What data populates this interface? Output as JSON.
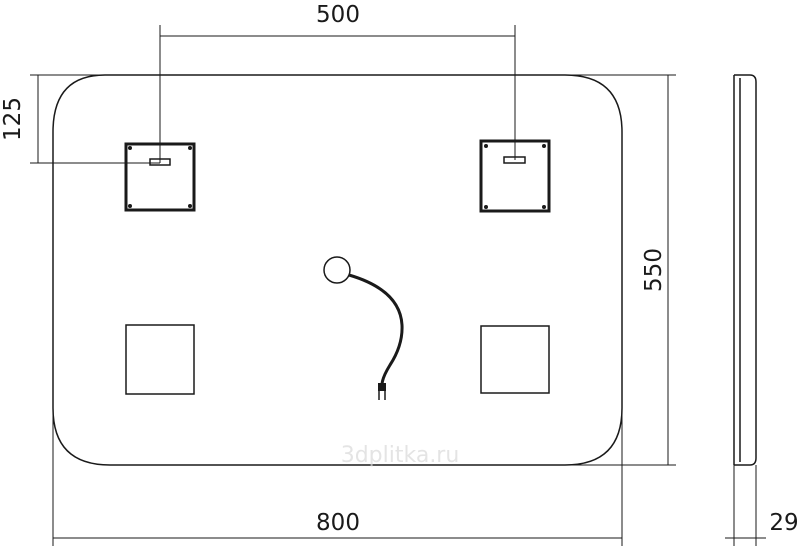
{
  "dimensions": {
    "mount_spacing": "500",
    "top_offset": "125",
    "height": "550",
    "width": "800",
    "depth": "29"
  },
  "watermark": "3dplitka.ru"
}
